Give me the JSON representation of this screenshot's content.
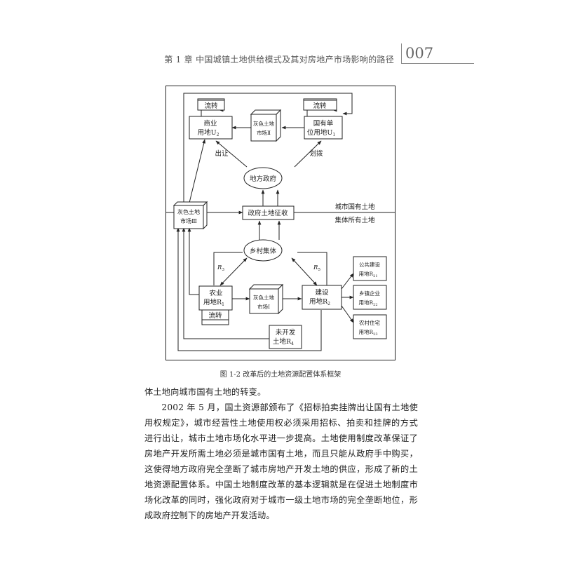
{
  "header": {
    "chapter_text": "第 1 章    中国城镇土地供给模式及其对房地产市场影响的路径",
    "page_number": "007"
  },
  "figure": {
    "caption": "图 1-2    改革后的土地资源配置体系框架",
    "nodes": {
      "commercial": {
        "l1": "商业",
        "l2": "用地U",
        "sub": "2"
      },
      "grey2": {
        "l1": "灰色土地",
        "l2": "市场Ⅱ"
      },
      "stateunit": {
        "l1": "国有单",
        "l2": "位用地U",
        "sub": "1"
      },
      "localgov": "地方政府",
      "grey3": {
        "l1": "灰色土地",
        "l2": "市场Ⅲ"
      },
      "govland": "政府土地征收",
      "village": "乡村集体",
      "agri": {
        "l1": "农业",
        "l2": "用地R",
        "sub": "1"
      },
      "grey1": {
        "l1": "灰色土地",
        "l2": "市场Ⅰ"
      },
      "construction": {
        "l1": "建设",
        "l2": "用地R",
        "sub": "2"
      },
      "public": {
        "l1": "公共建设",
        "l2": "用地R",
        "sub": "21"
      },
      "township": {
        "l1": "乡镇企业",
        "l2": "用地R",
        "sub": "22"
      },
      "housing": {
        "l1": "农村住宅",
        "l2": "用地R",
        "sub": "23"
      },
      "undeveloped": {
        "l1": "未开发",
        "l2": "土地R",
        "sub": "4"
      }
    },
    "labels": {
      "liuzhuan": "流转",
      "churang": "出让",
      "huabo": "划拨",
      "r3": "R",
      "r3_sub": "3",
      "r5": "R",
      "r5_sub": "5",
      "urban_state_land": "城市国有土地",
      "collective_land": "集体所有土地"
    }
  },
  "body": {
    "para1": "体土地向城市国有土地的转变。",
    "para2": "2002 年 5 月，国土资源部颁布了《招标拍卖挂牌出让国有土地使用权规定》，城市经营性土地使用权必须采用招标、拍卖和挂牌的方式进行出让，城市土地市场化水平进一步提高。土地使用制度改革保证了房地产开发所需土地必须是城市国有土地，而且只能从政府手中购买，这使得地方政府完全垄断了城市房地产开发土地的供应，形成了新的土地资源配置体系。中国土地制度改革的基本逻辑就是在促进土地制度市场化改革的同时，强化政府对于城市一级土地市场的完全垄断地位，形成政府控制下的房地产开发活动。"
  }
}
